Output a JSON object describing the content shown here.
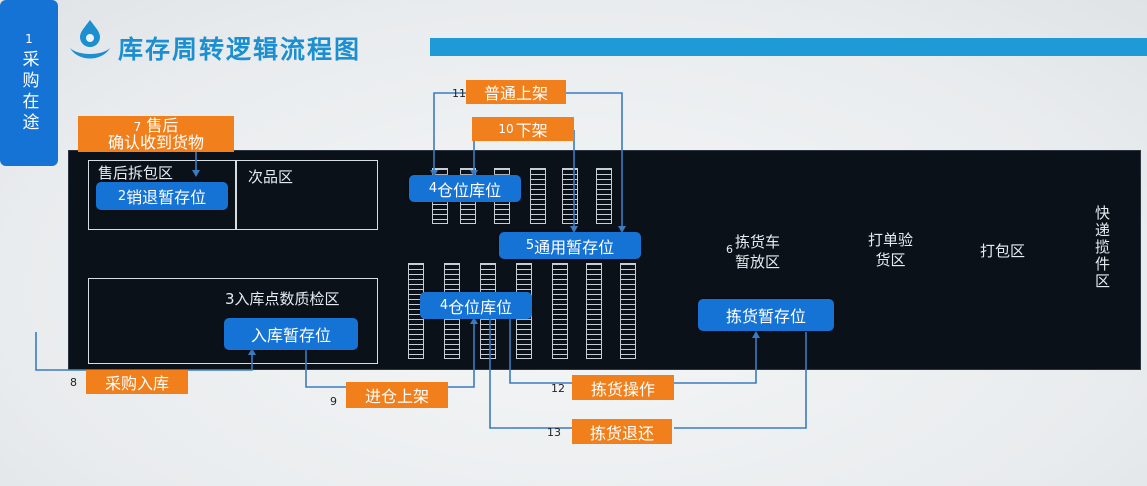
{
  "title": "库存周转逻辑流程图",
  "colors": {
    "accent": "#1e9bd7",
    "node_blue": "#1673d6",
    "action_orange": "#f07f1c",
    "floor": "#0b1118"
  },
  "nodes": {
    "purchase_transit": {
      "num": "1",
      "label": "采购在途"
    },
    "after_sales_unpack": "售后拆包区",
    "return_temp": {
      "num": "2",
      "label": "销退暂存位"
    },
    "defective_zone": "次品区",
    "inbound_qc": {
      "num": "3",
      "label": "入库点数质检区"
    },
    "inbound_temp": "入库暂存位",
    "warehouse_loc_top": {
      "num": "4",
      "label": "仓位库位"
    },
    "warehouse_loc_bottom": {
      "num": "4",
      "label": "仓位库位"
    },
    "general_temp": {
      "num": "5",
      "label": "通用暂存位"
    },
    "picking_cart": {
      "num": "6",
      "line1": "拣货车",
      "line2": "暂放区"
    },
    "print_check": {
      "line1": "打单验",
      "line2": "货区"
    },
    "packing": "打包区",
    "express": "快递揽件区",
    "picking_temp": "拣货暂存位"
  },
  "actions": {
    "after_sales_confirm": {
      "num": "7",
      "line1": "售后",
      "line2": "确认收到货物"
    },
    "purchase_inbound": {
      "num": "8",
      "label": "采购入库"
    },
    "put_away": {
      "num": "9",
      "label": "进仓上架"
    },
    "take_down": {
      "num": "10",
      "label": "下架"
    },
    "normal_shelf": {
      "num": "11",
      "label": "普通上架"
    },
    "picking_op": {
      "num": "12",
      "label": "拣货操作"
    },
    "picking_return": {
      "num": "13",
      "label": "拣货退还"
    }
  }
}
